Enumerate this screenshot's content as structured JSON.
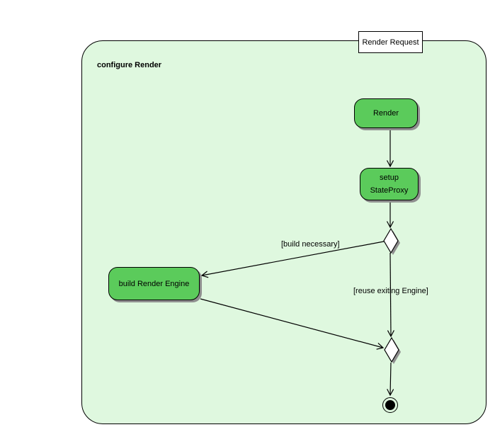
{
  "diagram": {
    "external_label": "Render Request",
    "frame_title": "configure Render",
    "nodes": {
      "render": {
        "label": "Render"
      },
      "setup_state_proxy": {
        "line1": "setup",
        "line2": "StateProxy"
      },
      "build_render_engine": {
        "label": "build Render Engine"
      }
    },
    "edges": {
      "guard_build": "[build necessary]",
      "guard_reuse": "[reuse exiting Engine]"
    },
    "symbols": {
      "decision": "decision-diamond-icon",
      "merge": "merge-diamond-icon",
      "final": "activity-final-icon"
    },
    "colors": {
      "canvas": "#FFFFFF",
      "frame_fill": "#DFF8DF",
      "activity_fill": "#5BCB5B",
      "outline": "#000000",
      "shadow": "#8F8F8F"
    }
  }
}
